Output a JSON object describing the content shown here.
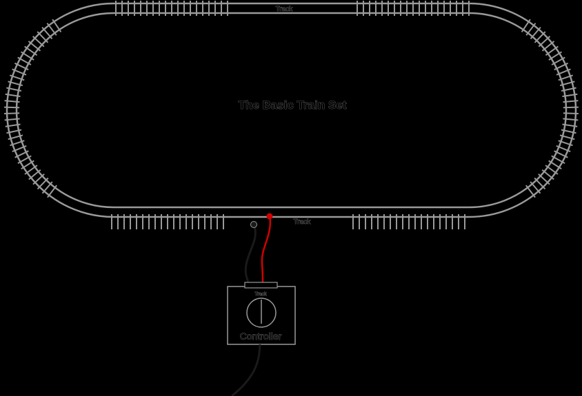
{
  "title": "The Basic Train Set",
  "track": {
    "top_label": "Track",
    "bottom_label": "Track"
  },
  "controller": {
    "label": "Controller",
    "terminal_label": "Track"
  },
  "colors": {
    "background": "#000000",
    "rail": "#9a9a9a",
    "tie": "#9a9a9a",
    "controller_box": "#9a9a9a",
    "wire_black": "#1a1a1a",
    "wire_red": "#d40000"
  }
}
